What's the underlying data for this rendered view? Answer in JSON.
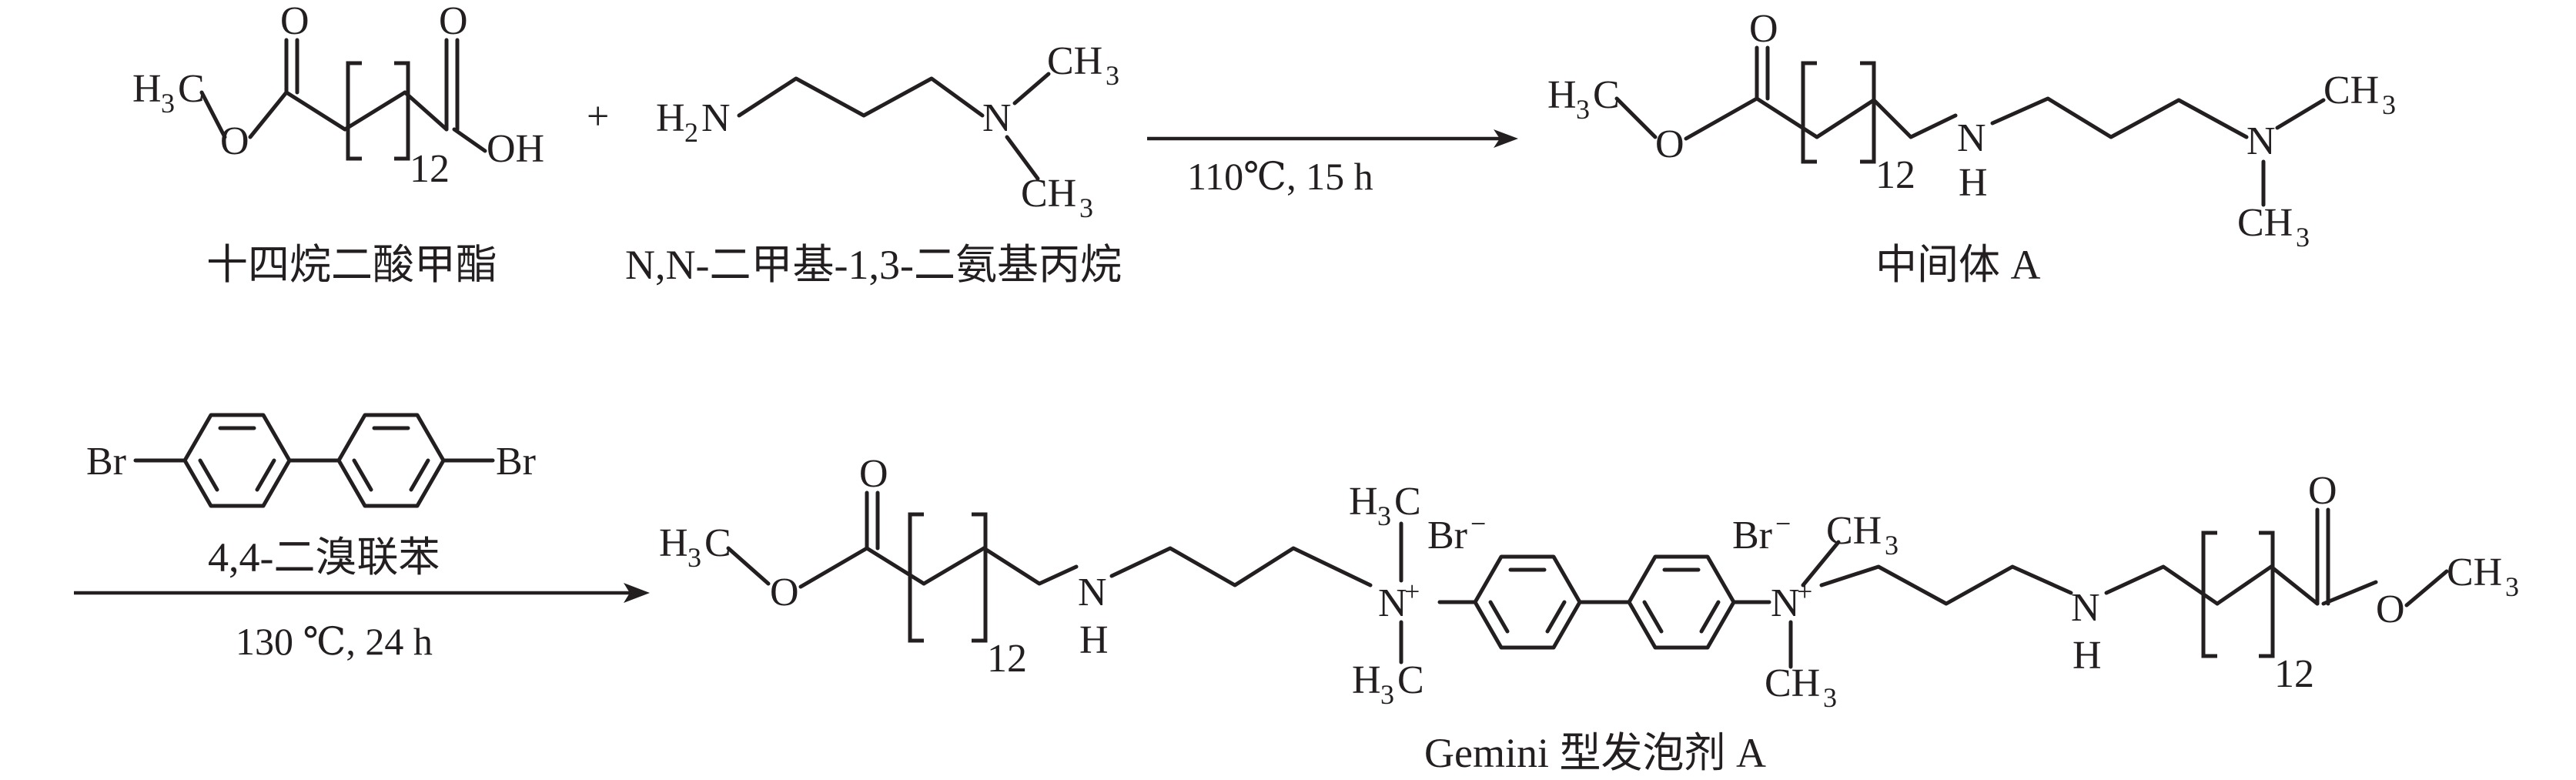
{
  "reactants": {
    "methyl_ester_acid": {
      "name": "十四烷二酸甲酯",
      "methyl_group": "H",
      "methyl_c": "C",
      "ester_o": "O",
      "carbonyl_o_1": "O",
      "carbonyl_o_2": "O",
      "acid_oh": "OH",
      "repeat_count": "12"
    },
    "plus_sign": "+",
    "diamine": {
      "name": "N,N-二甲基-1,3-二氨基丙烷",
      "amine_h": "H",
      "amine_n": "N",
      "tertiary_n": "N",
      "methyl_label": "CH",
      "sub_2": "2",
      "sub_3": "3"
    }
  },
  "step1": {
    "conditions": "110℃, 15 h"
  },
  "intermediate": {
    "name": "中间体 A",
    "methyl_group": "H",
    "methyl_c": "C",
    "ester_o": "O",
    "carbonyl_o": "O",
    "nh_n": "N",
    "nh_h": "H",
    "tertiary_n": "N",
    "methyl_label": "CH",
    "repeat_count": "12",
    "sub_3": "3"
  },
  "reagent2": {
    "name": "4,4-二溴联苯",
    "br_left": "Br",
    "br_right": "Br"
  },
  "step2": {
    "conditions": "130 ℃, 24 h"
  },
  "product": {
    "name": "Gemini 型发泡剂 A",
    "methyl_group": "H",
    "methyl_c": "C",
    "ester_o": "O",
    "carbonyl_o": "O",
    "nh_n": "N",
    "nh_h": "H",
    "quat_n": "N",
    "plus": "+",
    "bromide": "Br",
    "minus": "−",
    "methyl_label": "CH",
    "repeat_count": "12",
    "sub_3": "3"
  }
}
